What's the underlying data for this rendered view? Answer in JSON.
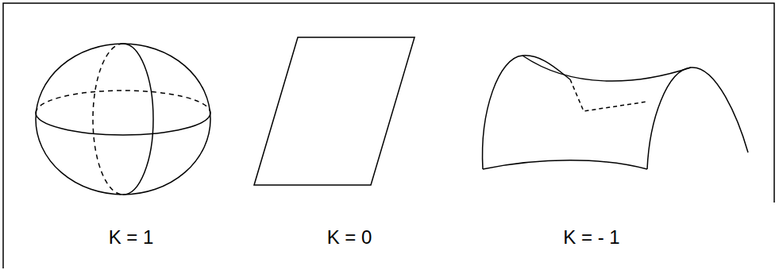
{
  "diagram": {
    "labels": [
      "K = 1",
      "K = 0",
      "K = - 1"
    ]
  }
}
